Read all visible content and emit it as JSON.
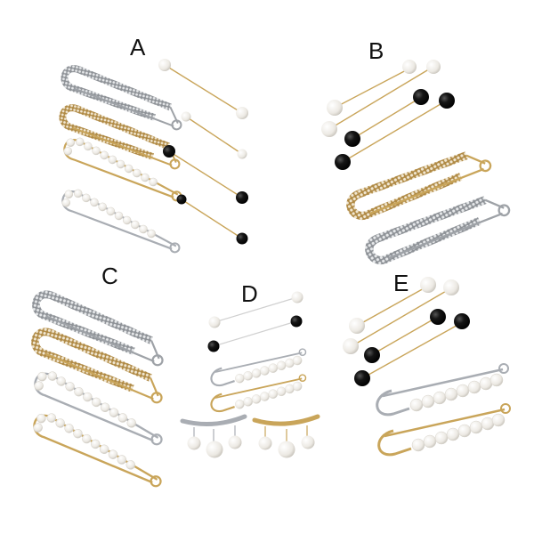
{
  "image": {
    "description": "Product composite of brooch pin sets on white background",
    "background": "#ffffff"
  },
  "sets": [
    {
      "label": "A",
      "items": [
        "silver rhinestone safety pin",
        "gold rhinestone safety pin",
        "gold pearl safety pin",
        "silver pearl safety pin",
        "2 white pearl bar pins",
        "2 black pearl bar pins"
      ]
    },
    {
      "label": "B",
      "items": [
        "2 white pearl bar pins",
        "2 black pearl bar pins",
        "gold rhinestone safety pin",
        "silver rhinestone safety pin"
      ]
    },
    {
      "label": "C",
      "items": [
        "silver rhinestone safety pin",
        "gold rhinestone safety pin",
        "silver pearl safety pin",
        "gold pearl safety pin"
      ]
    },
    {
      "label": "D",
      "items": [
        "white pearl bar pin",
        "black pearl bar pin",
        "silver pearl safety pin",
        "gold pearl safety pin",
        "silver dangling pearl brooch",
        "gold dangling pearl brooch"
      ]
    },
    {
      "label": "E",
      "items": [
        "2 white pearl bar pins",
        "2 black pearl bar pins",
        "silver pearl safety pin",
        "gold pearl safety pin"
      ]
    }
  ],
  "colors": {
    "gold": "#c9a55a",
    "silver": "#a9adb3",
    "pearl": "#f2f0ec",
    "black_pearl": "#111111"
  }
}
